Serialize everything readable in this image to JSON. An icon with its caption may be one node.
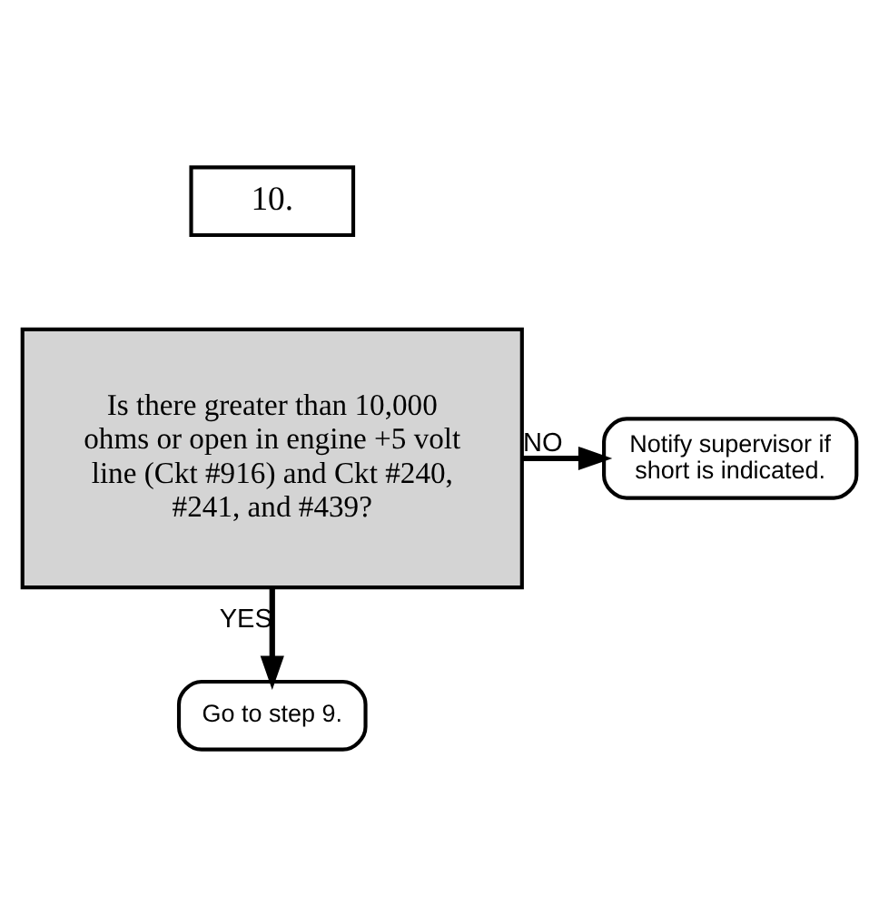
{
  "diagram": {
    "nodes": [
      {
        "text": [
          "10."
        ]
      },
      {
        "text": [
          "Is there greater than 10,000 ohms or open in engine +5 volt line (Ckt #916) and Ckt #240, #241, and #439?"
        ]
      },
      {
        "text": [
          "Notify supervisor if short is indicated."
        ]
      },
      {
        "text": [
          "Go to step 9."
        ]
      }
    ],
    "edges": [
      {
        "from": 1,
        "to": 2,
        "arrow": "to",
        "label": "NO"
      },
      {
        "from": 1,
        "to": 3,
        "arrow": "to",
        "label": "YES"
      }
    ]
  }
}
